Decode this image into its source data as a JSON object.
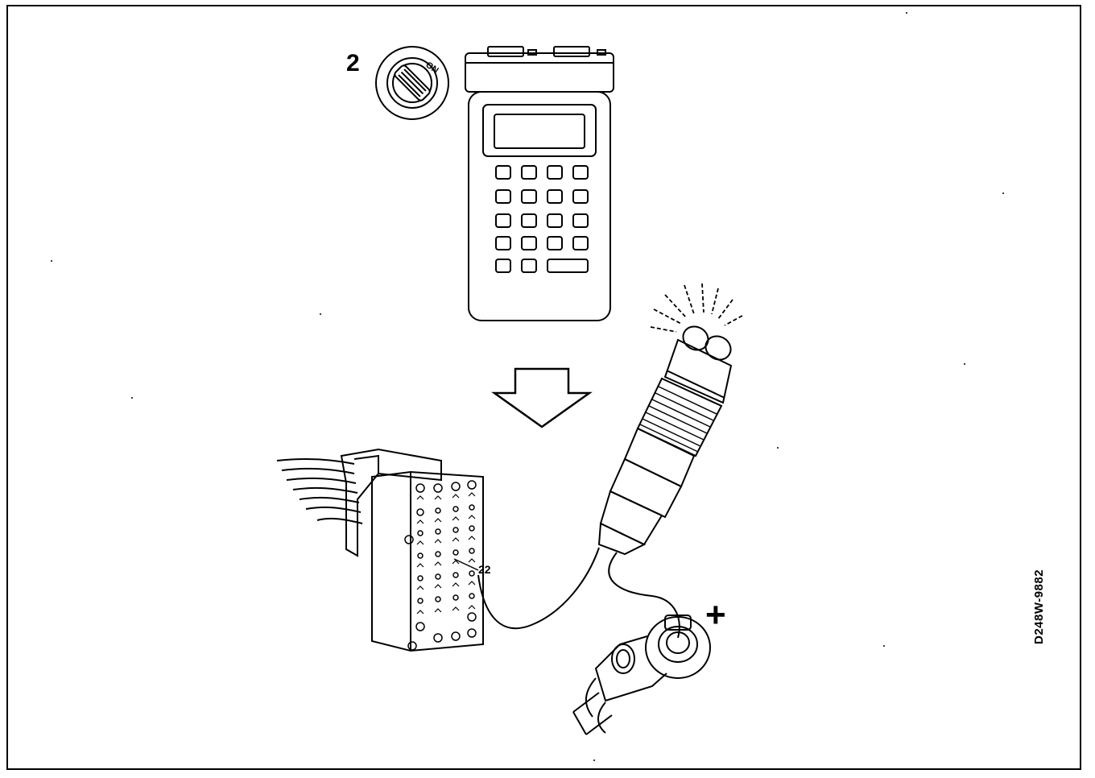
{
  "figure": {
    "step_number": "2",
    "ignition_label": "ON",
    "pin_label": "22",
    "polarity_label": "+",
    "drawing_code": "D248W-9882"
  },
  "colors": {
    "ink": "#000000",
    "paper": "#ffffff"
  },
  "icons": [
    "ignition-key-icon",
    "diagnostic-tester-icon",
    "down-arrow-icon",
    "ecu-connector-icon",
    "test-lamp-icon",
    "battery-terminal-icon"
  ]
}
